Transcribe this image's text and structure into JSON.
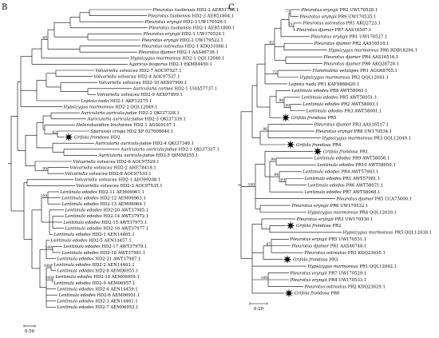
{
  "panels": [
    {
      "label": "B",
      "scale_label": "0.50",
      "tips": [
        {
          "genus": "Pleurotus tuoliensis",
          "rest": " HD2-2 AER51796.1"
        },
        {
          "genus": "Pleurotus tuoliensis",
          "rest": " HD2-3 AER51804.1"
        },
        {
          "genus": "Pleurotus eryngii",
          "rest": " HD2-3 UW170526.1"
        },
        {
          "genus": "Pleurotus tuoliensis",
          "rest": " HD2-1 AER51800.1"
        },
        {
          "genus": "Pleurotus eryngii",
          "rest": " HD2-1 UW170524.1"
        },
        {
          "genus": "Pleurotus eryngii",
          "rest": " HD2-2 UW170522.1"
        },
        {
          "genus": "Pleurotus ostreatus",
          "rest": " HD2-1 KDQ31068.1"
        },
        {
          "genus": "Pleurotus djamor",
          "rest": " HD2-1 AAS46736.1"
        },
        {
          "genus": "Hypsizygus marmoreus",
          "rest": " HD2-1 QQL12046.1"
        },
        {
          "genus": "Agaricus bisporus",
          "rest": " HD2-1 EKM84450.1"
        },
        {
          "genus": "Volvariella volvacea",
          "rest": " HD2-7 AOC97527.1"
        },
        {
          "genus": "Volvariella volvacea",
          "rest": " HD2-4 AOC97537.1"
        },
        {
          "genus": "Volvariella volvacea",
          "rest": " HD2-10 AEX07900.1"
        },
        {
          "genus": "Auricularia cornea",
          "rest": " HD2-1 UHA57737.1"
        },
        {
          "genus": "Volvariella volvacea",
          "rest": " HD2-9 AEX07899.1"
        },
        {
          "genus": "Lepista nuda",
          "rest": " HD2-1 AKF12275.1"
        },
        {
          "genus": "Hypsizygus marmoreus",
          "rest": " HD2-2 QQL12049.1"
        },
        {
          "genus": "Auricularia auricula-judae",
          "rest": " HD2-2 QKI37338.1"
        },
        {
          "genus": "Auricularia auricula-judae",
          "rest": " HD2-3 QKI37339.1"
        },
        {
          "genus": "Heterobasidion linzhiense",
          "rest": " HD2-1 AGS09197.1"
        },
        {
          "genus": "Sparassis crispa",
          "rest": " HD2 XP 027608640.1"
        },
        {
          "genus": "Grifola frondosa",
          "rest": " HD2",
          "star": true
        },
        {
          "genus": "Auricularia auricula-judae",
          "rest": " HD2-4 QKI37340.1"
        },
        {
          "genus": "Auricularia auricula-judae",
          "rest": " HD2-1 QKI37337.1"
        },
        {
          "genus": "Auricularia auricula-judae",
          "rest": " HD2-5 QIM58255.1"
        },
        {
          "genus": "Volvariella volvacea",
          "rest": " HD2-6 AOC97529.1"
        },
        {
          "genus": "Volvariella volvacea",
          "rest": " HD2-2 AHE78418.1"
        },
        {
          "genus": "Volvariella volvacea",
          "rest": " HD2-8 AOC97533.1"
        },
        {
          "genus": "Volvariella volvacea",
          "rest": " HD2-1 AEO99208.1"
        },
        {
          "genus": "Volvariella volvacea",
          "rest": " HD2-3 AOC97535.1"
        },
        {
          "genus": "Lentinula edodes",
          "rest": " HD2-11 AEM06961.1"
        },
        {
          "genus": "Lentinula edodes",
          "rest": " HD2-12 AEM06963.1"
        },
        {
          "genus": "Lentinula edodes",
          "rest": " HD2-13 AEM06964.1"
        },
        {
          "genus": "Lentinula edodes",
          "rest": " HD2-20 AWT37985.1"
        },
        {
          "genus": "Lentinula edodes",
          "rest": " HD2-14 AWT37972.1"
        },
        {
          "genus": "Lentinula edodes",
          "rest": " HD2-15 AWT37975.1"
        },
        {
          "genus": "Lentinula edodes",
          "rest": " HD2-16 AWT37977.1"
        },
        {
          "genus": "Lentinula edodes",
          "rest": " HD2-1 AEN14465.1"
        },
        {
          "genus": "Lentinula edodes",
          "rest": " HD2-5 AEN14457.1"
        },
        {
          "genus": "Lentinula edodes",
          "rest": " HD2-17 AWT37979.1"
        },
        {
          "genus": "Lentinula edodes",
          "rest": " HD2-18 AWT37981.1"
        },
        {
          "genus": "Lentinula edodes",
          "rest": " HD2-21 AWT37987.1"
        },
        {
          "genus": "Lentinula edodes",
          "rest": " HD2-2 AEN14463.1"
        },
        {
          "genus": "Lentinula edodes",
          "rest": " HD2-8 AEM06955.1"
        },
        {
          "genus": "Lentinula edodes",
          "rest": " HD2-10 AEM06959.1"
        },
        {
          "genus": "Lentinula edodes",
          "rest": " HD2-9 AEM06957.1"
        },
        {
          "genus": "Lentinula edodes",
          "rest": " HD2-4 AEN14459.1"
        },
        {
          "genus": "Lentinula edodes",
          "rest": " HD2-6 AEM06951.1"
        },
        {
          "genus": "Lentinula edodes",
          "rest": " HD2-3 AEN14461.1"
        },
        {
          "genus": "Lentinula edodes",
          "rest": " HD2-7 AEM06953.1"
        }
      ],
      "bootstrap": [
        "68",
        "82",
        "99",
        "100",
        "100",
        "100",
        "100"
      ]
    },
    {
      "label": "C",
      "scale_label": "0.20",
      "tips": [
        {
          "genus": "Pleurotus eryngii",
          "rest": " PR2 UW170528.1"
        },
        {
          "genus": "Pleurotus eryngii",
          "rest": " PR9 UW170535.1"
        },
        {
          "genus": "Pleurotus ostreatus",
          "rest": " PR1 AKQ2723.1"
        },
        {
          "genus": "Pleurotus djamor",
          "rest": " PR7 AAS16507.1"
        },
        {
          "genus": "Pleurotus eryngii",
          "rest": " PR1 UW170527.1"
        },
        {
          "genus": "Pleurotus djamor",
          "rest": " PR2 AAS16518.1"
        },
        {
          "genus": "Hypsizygus marmoreus",
          "rest": " PR6 RDB18294.1"
        },
        {
          "genus": "Pleurotus djamor",
          "rest": " PR4 AAS16516.1"
        },
        {
          "genus": "Pleurotus djamor",
          "rest": " PR6 AKQ26726.1"
        },
        {
          "genus": "Flammulina velutipes",
          "rest": " PR1 AGG68705.1"
        },
        {
          "genus": "Hypsizygus marmoreus",
          "rest": " PR2 QQL12041.1"
        },
        {
          "genus": "Lepista nuda",
          "rest": " PR1 KAF9868420.1"
        },
        {
          "genus": "Lentinula edodes",
          "rest": " PR8 AWT58063.1"
        },
        {
          "genus": "Lentinula edodes",
          "rest": " PR5 AWT58051.1"
        },
        {
          "genus": "Lentinula edodes",
          "rest": " PR2 AWT58003.1"
        },
        {
          "genus": "Lentinula edodes",
          "rest": " PR3 AWT58001.1"
        },
        {
          "genus": "Grifola frondosa",
          "rest": " PR5",
          "star": true
        },
        {
          "genus": "Pleurotus djamor",
          "rest": " PR3 AAS16517.1"
        },
        {
          "genus": "Pleurotus eryngii",
          "rest": " PR8 UW170534.1"
        },
        {
          "genus": "Hypsizygus marmoreus",
          "rest": " PR3 QQL12040.1"
        },
        {
          "genus": "Grifola frondosa",
          "rest": " PR4",
          "star": true
        },
        {
          "genus": "Grifola frondosa",
          "rest": " PR1",
          "star": true
        },
        {
          "genus": "Lentinula edodes",
          "rest": " PR9 AWT58056.1"
        },
        {
          "genus": "Lentinula edodes",
          "rest": " PR10 AWT58050.1"
        },
        {
          "genus": "Lentinula edodes",
          "rest": " PR4 AWT57983.1"
        },
        {
          "genus": "Lentinula edodes",
          "rest": " PR1 AWT57981.1"
        },
        {
          "genus": "Lentinula edodes",
          "rest": " PR6 AWT58071.1"
        },
        {
          "genus": "Lentinula edodes",
          "rest": " PR7 AWT58068.1"
        },
        {
          "genus": "Pleurotus djamor",
          "rest": " PR5 CCA75600.1"
        },
        {
          "genus": "Pleurotus eryngii",
          "rest": " PR6 UW170532.1"
        },
        {
          "genus": "Hypsizygus marmoreus",
          "rest": " PR4 QQL12039.1"
        },
        {
          "genus": "Pleurotus eryngii",
          "rest": " PR3 UW170530.1"
        },
        {
          "genus": "Grifola frondosa",
          "rest": " PR2",
          "star": true
        },
        {
          "genus": "Hypsizygus marmoreus",
          "rest": " PR5 QQL12038.1"
        },
        {
          "genus": "Pleurotus eryngii",
          "rest": " PR5 UW170531.1"
        },
        {
          "genus": "Pleurotus djamor",
          "rest": " PR1 AAS46748.1"
        },
        {
          "genus": "Pleurotus ostreatus",
          "rest": " PR3 KDQ23635.1"
        },
        {
          "genus": "Grifola frondosa",
          "rest": " PR3",
          "star": true
        },
        {
          "genus": "Hypsizygus marmoreus",
          "rest": " PR1 QQL12042.1"
        },
        {
          "genus": "Pleurotus eryngii",
          "rest": " PR7 UW170529.1"
        },
        {
          "genus": "Pleurotus eryngii",
          "rest": " PR4 UW170533.1"
        },
        {
          "genus": "Pleurotus ostreatus",
          "rest": " PR2 KDQ23629.1"
        },
        {
          "genus": "Grifola frondosa",
          "rest": " PR6",
          "star": true
        }
      ],
      "bootstrap": [
        "73",
        "71",
        "62",
        "72",
        "98",
        "99",
        "96",
        "99",
        "69",
        "94",
        "100",
        "87",
        "100"
      ]
    }
  ]
}
